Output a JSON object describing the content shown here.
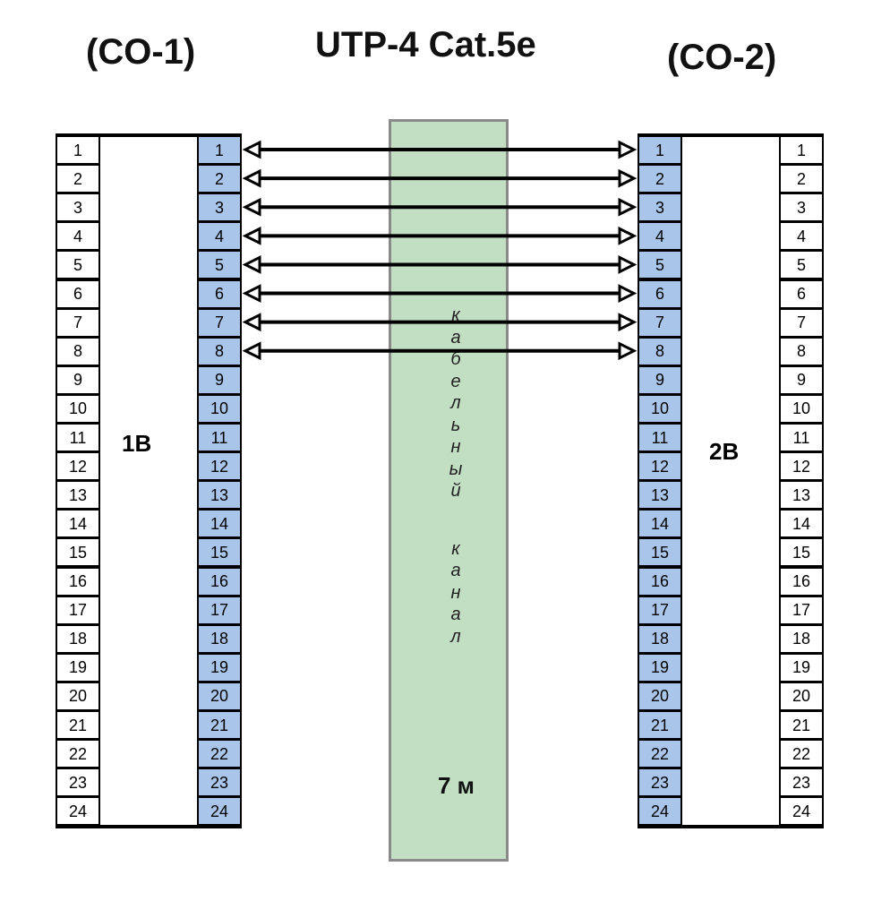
{
  "titles": {
    "left_cabinet": "(CO-1)",
    "cable": "UTP-4 Cat.5e",
    "right_cabinet": "(CO-2)"
  },
  "left_block": {
    "label": "1B",
    "outer_numbers": [
      "1",
      "2",
      "3",
      "4",
      "5",
      "6",
      "7",
      "8",
      "9",
      "10",
      "11",
      "12",
      "13",
      "14",
      "15",
      "16",
      "17",
      "18",
      "19",
      "20",
      "21",
      "22",
      "23",
      "24"
    ],
    "inner_numbers": [
      "1",
      "2",
      "3",
      "4",
      "5",
      "6",
      "7",
      "8",
      "9",
      "10",
      "11",
      "12",
      "13",
      "14",
      "15",
      "16",
      "17",
      "18",
      "19",
      "20",
      "21",
      "22",
      "23",
      "24"
    ]
  },
  "right_block": {
    "label": "2B",
    "inner_numbers": [
      "1",
      "2",
      "3",
      "4",
      "5",
      "6",
      "7",
      "8",
      "9",
      "10",
      "11",
      "12",
      "13",
      "14",
      "15",
      "16",
      "17",
      "18",
      "19",
      "20",
      "21",
      "22",
      "23",
      "24"
    ],
    "outer_numbers": [
      "1",
      "2",
      "3",
      "4",
      "5",
      "6",
      "7",
      "8",
      "9",
      "10",
      "11",
      "12",
      "13",
      "14",
      "15",
      "16",
      "17",
      "18",
      "19",
      "20",
      "21",
      "22",
      "23",
      "24"
    ]
  },
  "channel": {
    "vertical_text": [
      "к",
      "а",
      "б",
      "е",
      "л",
      "ь",
      "н",
      "ы",
      "й",
      "",
      "к",
      "а",
      "н",
      "а",
      "л"
    ],
    "length": "7 м"
  },
  "connections": [
    1,
    2,
    3,
    4,
    5,
    6,
    7,
    8
  ],
  "colors": {
    "port_blue": "#a9c6ea",
    "channel_green": "#c2dfc4",
    "channel_border": "#8a8a8a",
    "line": "#000000"
  }
}
